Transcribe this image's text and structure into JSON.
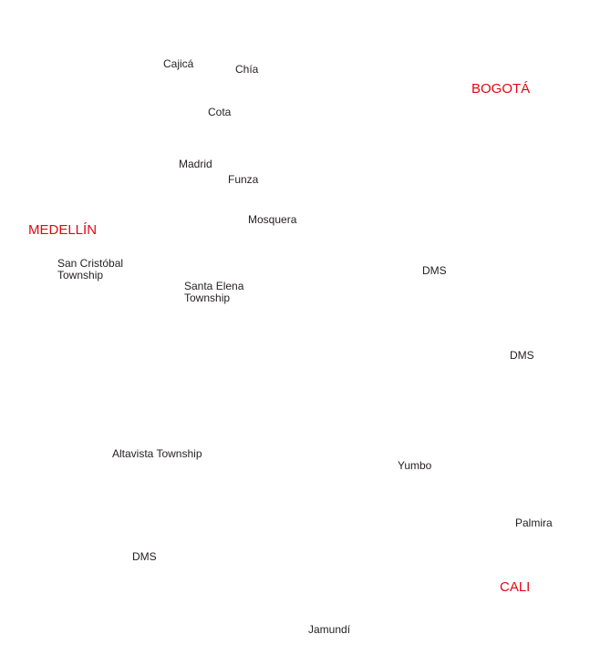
{
  "colors": {
    "background": "#ffffff",
    "major_city": "#e30613",
    "place_label": "#231f20"
  },
  "major_cities": {
    "bogota": "BOGOTÁ",
    "medellin": "MEDELLÍN",
    "cali": "CALI"
  },
  "places": {
    "cajica": "Cajicá",
    "chia": "Chía",
    "cota": "Cota",
    "madrid": "Madrid",
    "funza": "Funza",
    "mosquera": "Mosquera",
    "san_cristobal": "San Cristóbal\nTownship",
    "santa_elena": "Santa Elena\nTownship",
    "dms_1": "DMS",
    "dms_2": "DMS",
    "altavista": "Altavista Township",
    "yumbo": "Yumbo",
    "palmira": "Palmira",
    "dms_3": "DMS",
    "jamundi": "Jamundí"
  }
}
